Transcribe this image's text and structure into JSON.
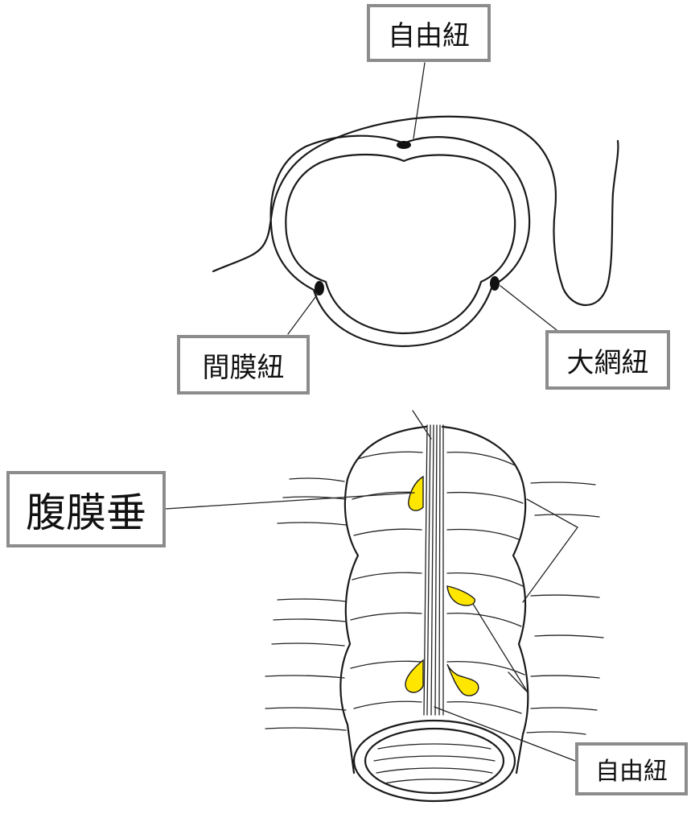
{
  "labels": {
    "taenia_libera_top": "自由紐",
    "taenia_mesocolica": "間膜紐",
    "taenia_omentalis": "大網紐",
    "appendices_epiploicae": "腹膜垂",
    "taenia_libera_bottom": "自由紐"
  },
  "colors": {
    "fat_appendage": "#ffe600",
    "label_border": "#8c8c8c",
    "line": "#1a1a1a"
  }
}
